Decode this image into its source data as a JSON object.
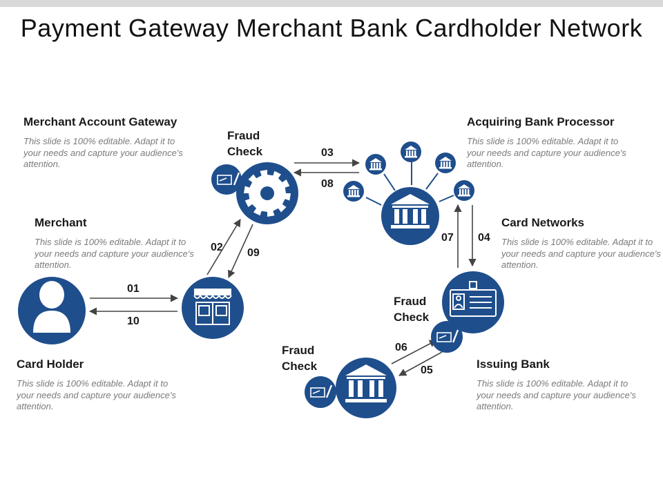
{
  "title": "Payment Gateway Merchant Bank Cardholder Network",
  "colors": {
    "accent": "#1f4e8c",
    "arrow": "#444444",
    "topbar": "#d9d9d9"
  },
  "sections": {
    "merchant_account_gateway": {
      "heading": "Merchant Account Gateway",
      "text": "This slide is 100% editable. Adapt it to your needs and capture your audience's attention."
    },
    "acquiring_bank_processor": {
      "heading": "Acquiring Bank Processor",
      "text": "This slide is 100% editable. Adapt it to your needs and capture your audience's attention."
    },
    "merchant": {
      "heading": "Merchant",
      "text": "This slide is 100% editable. Adapt it to your needs and capture your audience's attention."
    },
    "card_networks": {
      "heading": "Card Networks",
      "text": "This slide is 100% editable. Adapt it to your needs and capture your audience's attention."
    },
    "card_holder": {
      "heading": "Card Holder",
      "text": "This slide is 100% editable. Adapt it to your needs and capture your audience's attention."
    },
    "issuing_bank": {
      "heading": "Issuing Bank",
      "text": "This slide is 100% editable. Adapt it to your needs and capture your audience's attention."
    }
  },
  "fraud_check_label": [
    "Fraud",
    "Check"
  ],
  "steps": [
    "01",
    "10",
    "02",
    "09",
    "03",
    "08",
    "07",
    "04",
    "06",
    "05"
  ],
  "icons": {
    "card_holder": "user-icon",
    "merchant": "store-icon",
    "gateway": "gear-icon",
    "acquirer": "bank-icon",
    "card_network": "id-card-icon",
    "issuer": "bank-icon",
    "fraud_check": "check-signature-icon"
  }
}
